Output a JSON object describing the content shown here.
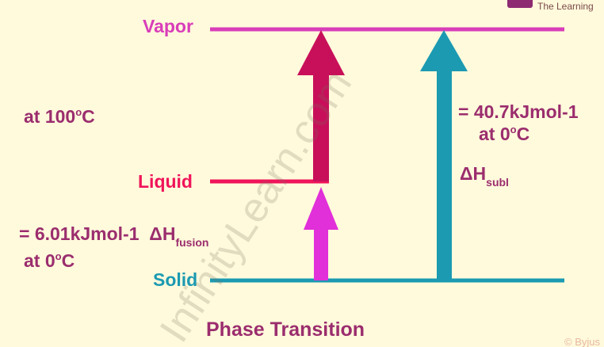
{
  "levels": {
    "vapor": "Vapor",
    "liquid": "Liquid",
    "solid": "Solid"
  },
  "left": {
    "vap_temp": "at 100",
    "deg": "o",
    "c": "C",
    "fusion_value": "= 6.01kJmol-1",
    "delta_h": "ΔH",
    "fusion_sub": "fusion",
    "fusion_temp": "at 0"
  },
  "right": {
    "subl_value": "= 40.7kJmol-1",
    "subl_temp": "at 0",
    "delta_h": "ΔH",
    "subl_sub": "subl"
  },
  "title": "Phase Transition",
  "watermark": "InfinityLearn.com",
  "logo_text": "The Learning",
  "copyright": "© Byjus",
  "colors": {
    "vapor": "#d93db9",
    "liquid": "#f0145a",
    "solid": "#1b9ab2",
    "vap_arrow": "#c8105a",
    "fus_arrow": "#e12fd9",
    "subl_arrow": "#1b9ab2",
    "text": "#9b2d6e"
  }
}
